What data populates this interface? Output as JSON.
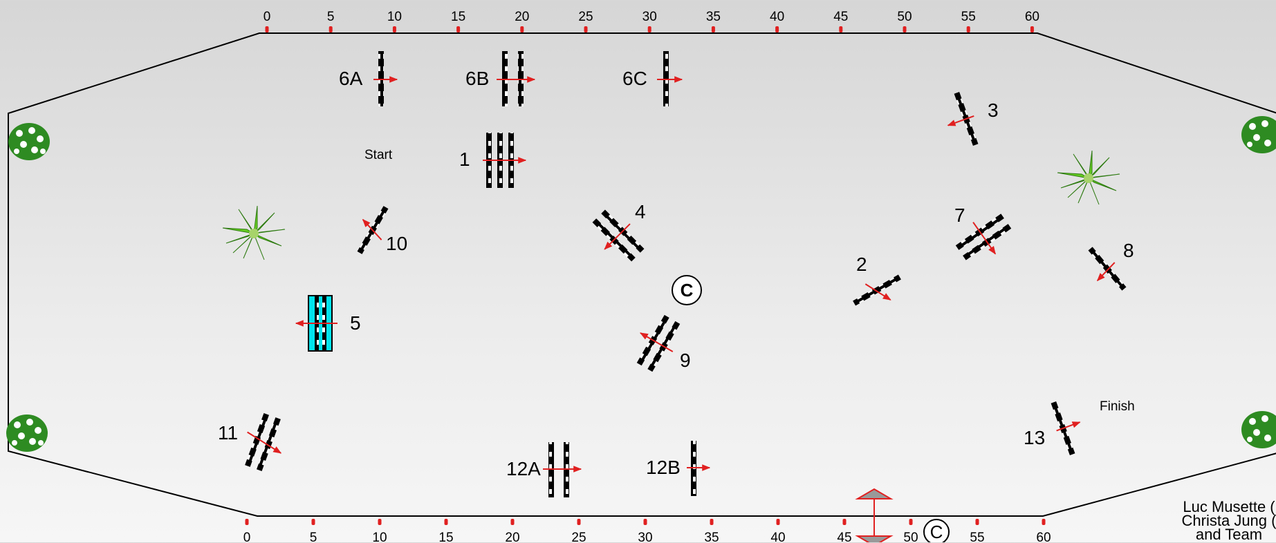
{
  "ruler_top": [
    "0",
    "5",
    "10",
    "15",
    "20",
    "25",
    "30",
    "35",
    "40",
    "45",
    "50",
    "55",
    "60"
  ],
  "ruler_bottom": [
    "0",
    "5",
    "10",
    "15",
    "20",
    "25",
    "30",
    "35",
    "40",
    "45",
    "50",
    "55",
    "60"
  ],
  "obstacles": {
    "1": "1",
    "2": "2",
    "3": "3",
    "4": "4",
    "5": "5",
    "6A": "6A",
    "6B": "6B",
    "6C": "6C",
    "7": "7",
    "8": "8",
    "9": "9",
    "10": "10",
    "11": "11",
    "12A": "12A",
    "12B": "12B",
    "13": "13"
  },
  "labels": {
    "start": "Start",
    "finish": "Finish"
  },
  "course_marker": "C",
  "credits": [
    "Luc Musette (",
    "Christa Jung (",
    "and Team"
  ],
  "colors": {
    "border": "#000000",
    "rail_dark": "#000000",
    "rail_light": "#ffffff",
    "water": "#00e5ee",
    "arrow": "#e02020",
    "tick": "#e02020",
    "plant": "#5cc21a",
    "bush": "#2e8b22"
  },
  "icons": [
    "potted-plant-icon",
    "flower-bush-icon",
    "direction-arrow-icon",
    "course-designer-marker-icon",
    "wall-obstacle-icon"
  ]
}
